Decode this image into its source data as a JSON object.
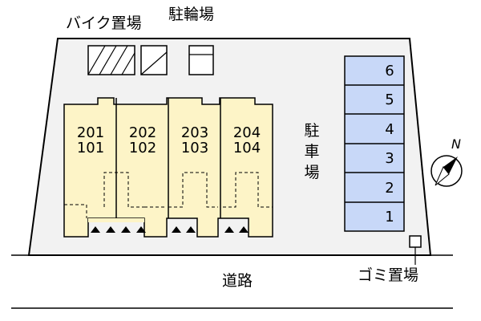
{
  "labels": {
    "bike_parking": "バイク置場",
    "bicycle_parking": "駐輪場",
    "parking_lot": [
      "駐",
      "車",
      "場"
    ],
    "road": "道路",
    "garbage": "ゴミ置場",
    "north": "N"
  },
  "units": [
    {
      "upper": "201",
      "lower": "101"
    },
    {
      "upper": "202",
      "lower": "102"
    },
    {
      "upper": "203",
      "lower": "103"
    },
    {
      "upper": "204",
      "lower": "104"
    }
  ],
  "parking_spaces": [
    "6",
    "5",
    "4",
    "3",
    "2",
    "1"
  ],
  "colors": {
    "site": "#f2f2f2",
    "building": "#fdf4c7",
    "parking": "#c8d8f8",
    "outline": "#000000"
  }
}
